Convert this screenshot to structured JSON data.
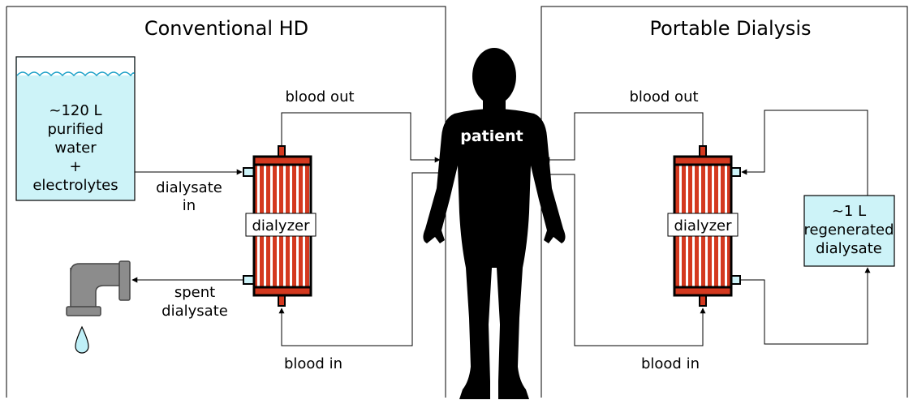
{
  "left_panel": {
    "title": "Conventional HD",
    "water_tank": {
      "lines": [
        "~120 L",
        "purified",
        "water",
        "+",
        "electrolytes"
      ]
    },
    "dialyzer_label": "dialyzer",
    "dialysate_in": [
      "dialysate",
      "in"
    ],
    "spent_dialysate": [
      "spent",
      "dialysate"
    ],
    "blood_out": "blood out",
    "blood_in": "blood in"
  },
  "center": {
    "patient_label": "patient"
  },
  "right_panel": {
    "title": "Portable Dialysis",
    "regen_box": {
      "lines": [
        "~1 L",
        "regenerated",
        "dialysate"
      ]
    },
    "dialyzer_label": "dialyzer",
    "blood_out": "blood out",
    "blood_in": "blood in"
  },
  "colors": {
    "tank_fill": "#cdf3f8",
    "dialyzer_stripe": "#d4391f",
    "dialyzer_frame": "#000000",
    "port_fill": "#cdf3f8",
    "faucet": "#8c8c8c",
    "drop": "#bff0f8",
    "silhouette": "#000000"
  }
}
